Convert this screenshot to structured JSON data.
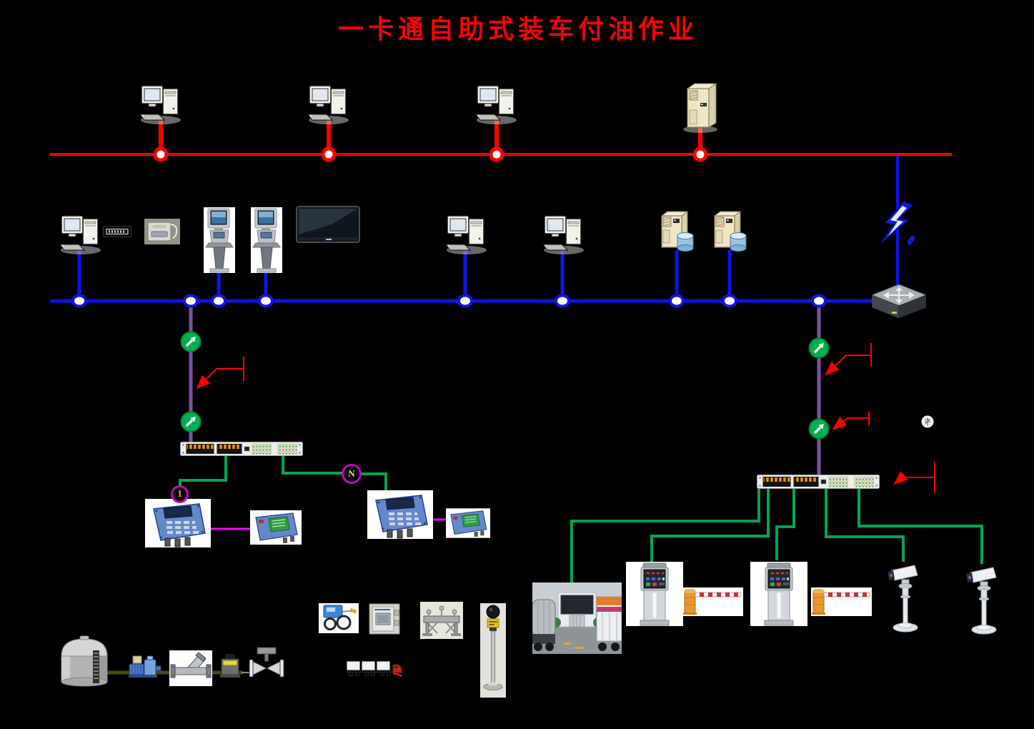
{
  "title": {
    "text": "一卡通自助式装车付油作业",
    "color": "#ff0000"
  },
  "node_labels": {
    "first": "1",
    "nth": "N"
  },
  "colors": {
    "background": "#000000",
    "office_bus": "#ff0000",
    "lan_bus": "#1113e8",
    "fiber_link": "#7b52a1",
    "serial_link": "#00a651",
    "device_link": "#ff00ff",
    "process_pipe": "#4b4b00",
    "callout": "#ff0000",
    "converter_green": "#00b050",
    "label_ring": "#cc00cc",
    "junction_fill": "#ffffff"
  },
  "network": {
    "office_bus_nodes": 4,
    "lan_bus_nodes": 9,
    "fiber_links": 2,
    "uplink": "lightning-bolt"
  },
  "icons": [
    "desktop-computer-icon",
    "tower-server-icon",
    "database-server-icon",
    "self-service-kiosk-icon",
    "display-screen-icon",
    "indicator-box-icon",
    "card-reader-icon",
    "core-switch-icon",
    "lightning-bolt-icon",
    "fiber-converter-icon",
    "serial-server-icon",
    "batch-controller-icon",
    "io-module-icon",
    "loading-site-photo",
    "lane-terminal-icon",
    "barrier-gate-icon",
    "cctv-camera-icon",
    "storage-tank-icon",
    "pump-icon",
    "y-strainer-icon",
    "flow-meter-icon",
    "control-valve-icon",
    "grounding-device-icon",
    "grounding-controller-icon",
    "gangway-icon",
    "level-probe-icon",
    "tanker-truck-icon",
    "small-glyph-marker"
  ]
}
